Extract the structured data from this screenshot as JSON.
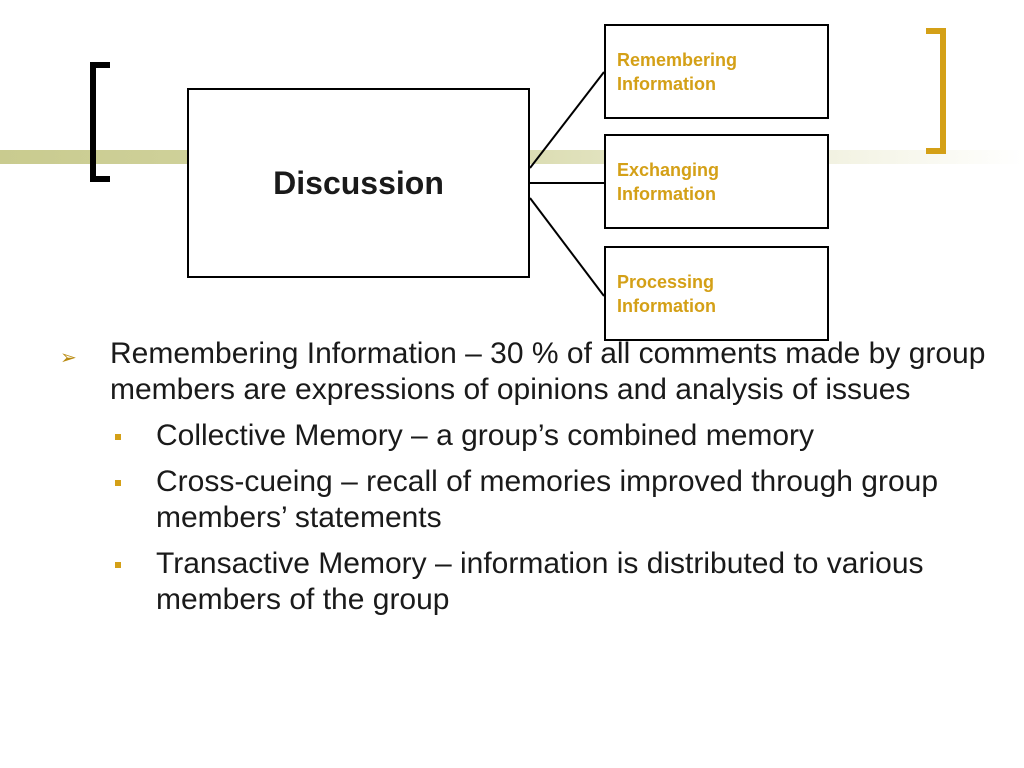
{
  "diagram": {
    "center_label": "Discussion",
    "branches": [
      {
        "line1": "Remembering",
        "line2": "Information"
      },
      {
        "line1": "Exchanging",
        "line2": "Information"
      },
      {
        "line1": "Processing",
        "line2": "Information"
      }
    ]
  },
  "bullets": {
    "main": "Remembering Information – 30 % of all comments made by group members are expressions of opinions and analysis of issues",
    "sub": [
      "Collective Memory – a group’s combined memory",
      "Cross-cueing – recall of memories improved through group members’ statements",
      "Transactive Memory – information is distributed to various members of the group"
    ]
  },
  "colors": {
    "accent": "#d4a017",
    "bar": "#c9cb8f",
    "text": "#1a1a1a"
  }
}
